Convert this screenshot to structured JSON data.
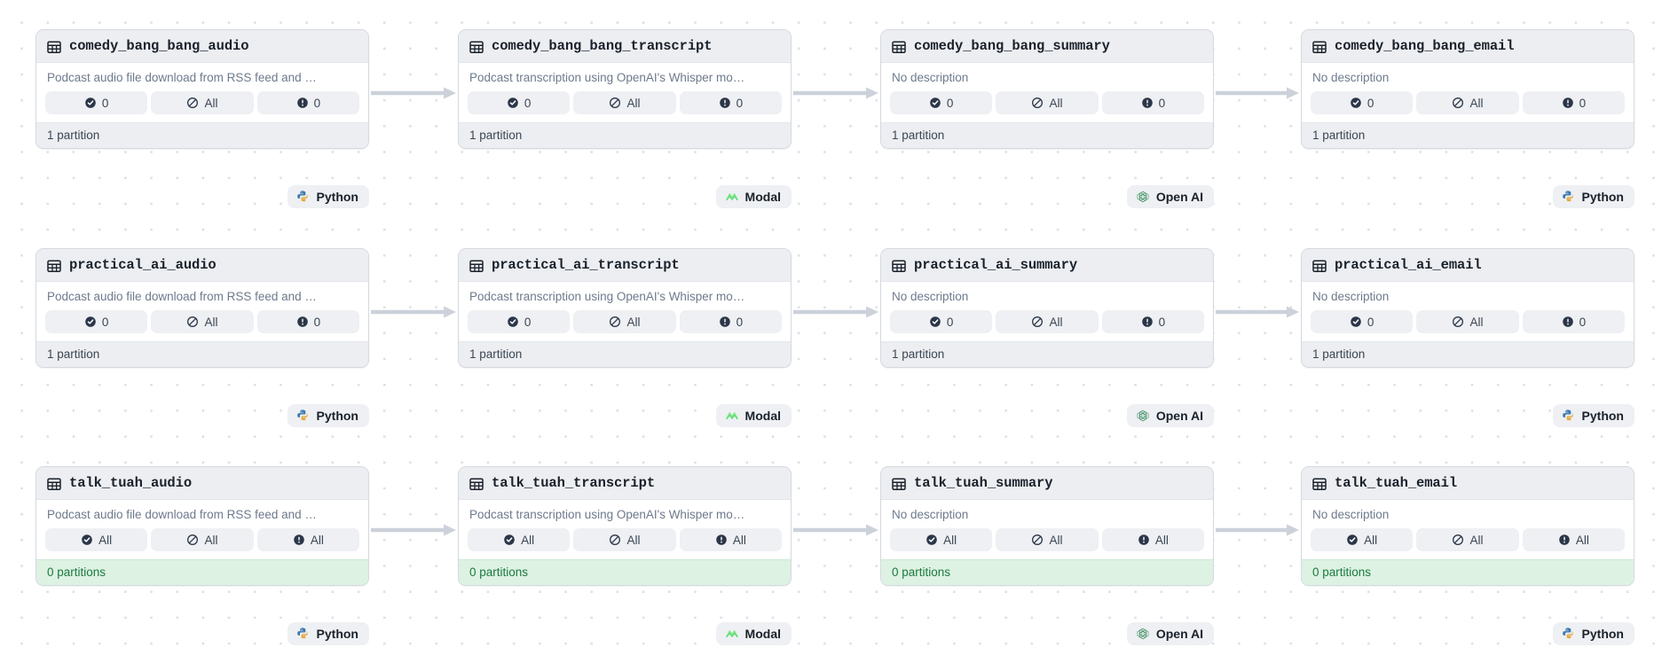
{
  "graph": {
    "background": "#ffffff",
    "dot_color": "#dcdfe5",
    "edge_color": "#ccd1da",
    "accent_green": "#1b7a3e",
    "footer_green_bg": "#ddf2e3",
    "header_bg": "#eceef1",
    "border_color": "#d4d9e0"
  },
  "descriptions": {
    "audio": "Podcast audio file download from RSS feed and …",
    "transcript": "Podcast transcription using OpenAI's Whisper mo…",
    "none": "No description"
  },
  "partitions": {
    "one": "1 partition",
    "zero": "0 partitions"
  },
  "kinds": {
    "python": "Python",
    "modal": "Modal",
    "openai": "Open AI"
  },
  "rows": [
    {
      "id": "comedy_bang_bang",
      "state": "materialized",
      "partition_label": "1 partition",
      "nodes": [
        {
          "title": "comedy_bang_bang_audio",
          "description": "Podcast audio file download from RSS feed and …",
          "badges": [
            {
              "icon": "check-circle-icon",
              "label": "0"
            },
            {
              "icon": "no-entry-icon",
              "label": "All"
            },
            {
              "icon": "exclamation-circle-icon",
              "label": "0"
            }
          ],
          "kind": "Python",
          "kind_icon": "python-icon"
        },
        {
          "title": "comedy_bang_bang_transcript",
          "description": "Podcast transcription using OpenAI's Whisper mo…",
          "badges": [
            {
              "icon": "check-circle-icon",
              "label": "0"
            },
            {
              "icon": "no-entry-icon",
              "label": "All"
            },
            {
              "icon": "exclamation-circle-icon",
              "label": "0"
            }
          ],
          "kind": "Modal",
          "kind_icon": "modal-icon"
        },
        {
          "title": "comedy_bang_bang_summary",
          "description": "No description",
          "badges": [
            {
              "icon": "check-circle-icon",
              "label": "0"
            },
            {
              "icon": "no-entry-icon",
              "label": "All"
            },
            {
              "icon": "exclamation-circle-icon",
              "label": "0"
            }
          ],
          "kind": "Open AI",
          "kind_icon": "openai-icon"
        },
        {
          "title": "comedy_bang_bang_email",
          "description": "No description",
          "badges": [
            {
              "icon": "check-circle-icon",
              "label": "0"
            },
            {
              "icon": "no-entry-icon",
              "label": "All"
            },
            {
              "icon": "exclamation-circle-icon",
              "label": "0"
            }
          ],
          "kind": "Python",
          "kind_icon": "python-icon"
        }
      ]
    },
    {
      "id": "practical_ai",
      "state": "materialized",
      "partition_label": "1 partition",
      "nodes": [
        {
          "title": "practical_ai_audio",
          "description": "Podcast audio file download from RSS feed and …",
          "badges": [
            {
              "icon": "check-circle-icon",
              "label": "0"
            },
            {
              "icon": "no-entry-icon",
              "label": "All"
            },
            {
              "icon": "exclamation-circle-icon",
              "label": "0"
            }
          ],
          "kind": "Python",
          "kind_icon": "python-icon"
        },
        {
          "title": "practical_ai_transcript",
          "description": "Podcast transcription using OpenAI's Whisper mo…",
          "badges": [
            {
              "icon": "check-circle-icon",
              "label": "0"
            },
            {
              "icon": "no-entry-icon",
              "label": "All"
            },
            {
              "icon": "exclamation-circle-icon",
              "label": "0"
            }
          ],
          "kind": "Modal",
          "kind_icon": "modal-icon"
        },
        {
          "title": "practical_ai_summary",
          "description": "No description",
          "badges": [
            {
              "icon": "check-circle-icon",
              "label": "0"
            },
            {
              "icon": "no-entry-icon",
              "label": "All"
            },
            {
              "icon": "exclamation-circle-icon",
              "label": "0"
            }
          ],
          "kind": "Open AI",
          "kind_icon": "openai-icon"
        },
        {
          "title": "practical_ai_email",
          "description": "No description",
          "badges": [
            {
              "icon": "check-circle-icon",
              "label": "0"
            },
            {
              "icon": "no-entry-icon",
              "label": "All"
            },
            {
              "icon": "exclamation-circle-icon",
              "label": "0"
            }
          ],
          "kind": "Python",
          "kind_icon": "python-icon"
        }
      ]
    },
    {
      "id": "talk_tuah",
      "state": "missing",
      "partition_label": "0 partitions",
      "nodes": [
        {
          "title": "talk_tuah_audio",
          "description": "Podcast audio file download from RSS feed and …",
          "badges": [
            {
              "icon": "check-circle-icon",
              "label": "All"
            },
            {
              "icon": "no-entry-icon",
              "label": "All"
            },
            {
              "icon": "exclamation-circle-icon",
              "label": "All"
            }
          ],
          "kind": "Python",
          "kind_icon": "python-icon"
        },
        {
          "title": "talk_tuah_transcript",
          "description": "Podcast transcription using OpenAI's Whisper mo…",
          "badges": [
            {
              "icon": "check-circle-icon",
              "label": "All"
            },
            {
              "icon": "no-entry-icon",
              "label": "All"
            },
            {
              "icon": "exclamation-circle-icon",
              "label": "All"
            }
          ],
          "kind": "Modal",
          "kind_icon": "modal-icon"
        },
        {
          "title": "talk_tuah_summary",
          "description": "No description",
          "badges": [
            {
              "icon": "check-circle-icon",
              "label": "All"
            },
            {
              "icon": "no-entry-icon",
              "label": "All"
            },
            {
              "icon": "exclamation-circle-icon",
              "label": "All"
            }
          ],
          "kind": "Open AI",
          "kind_icon": "openai-icon"
        },
        {
          "title": "talk_tuah_email",
          "description": "No description",
          "badges": [
            {
              "icon": "check-circle-icon",
              "label": "All"
            },
            {
              "icon": "no-entry-icon",
              "label": "All"
            },
            {
              "icon": "exclamation-circle-icon",
              "label": "All"
            }
          ],
          "kind": "Python",
          "kind_icon": "python-icon"
        }
      ]
    }
  ]
}
